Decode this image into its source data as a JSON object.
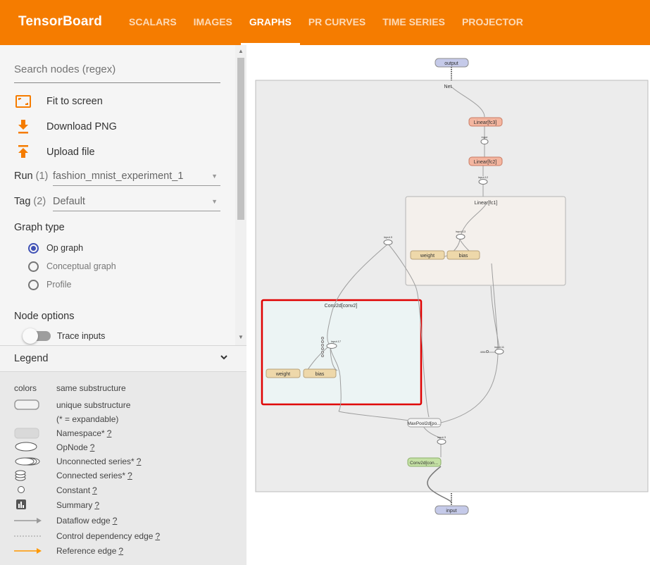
{
  "header": {
    "title": "TensorBoard",
    "tabs": [
      {
        "label": "SCALARS"
      },
      {
        "label": "IMAGES"
      },
      {
        "label": "GRAPHS"
      },
      {
        "label": "PR CURVES"
      },
      {
        "label": "TIME SERIES"
      },
      {
        "label": "PROJECTOR"
      }
    ],
    "active_tab": "GRAPHS"
  },
  "sidebar": {
    "search_placeholder": "Search nodes (regex)",
    "actions": {
      "fit": "Fit to screen",
      "download": "Download PNG",
      "upload": "Upload file"
    },
    "run": {
      "label": "Run",
      "count": "(1)",
      "value": "fashion_mnist_experiment_1"
    },
    "tag": {
      "label": "Tag",
      "count": "(2)",
      "value": "Default"
    },
    "graph_type": {
      "title": "Graph type",
      "options": [
        "Op graph",
        "Conceptual graph",
        "Profile"
      ],
      "selected": "Op graph"
    },
    "node_options": {
      "title": "Node options",
      "trace_inputs": "Trace inputs",
      "trace_inputs_on": false
    }
  },
  "legend": {
    "title": "Legend",
    "colors_label": "colors",
    "colors_text": "same substructure",
    "unique": "unique substructure",
    "expandable": "(* = expandable)",
    "rows": [
      {
        "text": "Namespace*",
        "q": "?"
      },
      {
        "text": "OpNode",
        "q": "?"
      },
      {
        "text": "Unconnected series*",
        "q": "?"
      },
      {
        "text": "Connected series*",
        "q": "?"
      },
      {
        "text": "Constant",
        "q": "?"
      },
      {
        "text": "Summary",
        "q": "?"
      },
      {
        "text": "Dataflow edge",
        "q": "?"
      },
      {
        "text": "Control dependency edge",
        "q": "?"
      },
      {
        "text": "Reference edge",
        "q": "?"
      }
    ]
  },
  "graph": {
    "output": "output",
    "net": "Net",
    "fc3": "Linear[fc3]",
    "fc2": "Linear[fc2]",
    "fc1": "Linear[fc1]",
    "conv2": "Conv2d[conv2]",
    "maxpool": "MaxPool2d[po...",
    "conv1": "Conv2d[con...",
    "input": "input",
    "weight": "weight",
    "bias": "bias",
    "input_labels": {
      "i2": "input",
      "i12": "input.12",
      "i9": "input.9",
      "i13": "input.13",
      "i17": "input.17",
      "i11": "input.11",
      "i3": "input.3"
    },
    "const_label": "400",
    "highlight_color": "#e00000"
  }
}
